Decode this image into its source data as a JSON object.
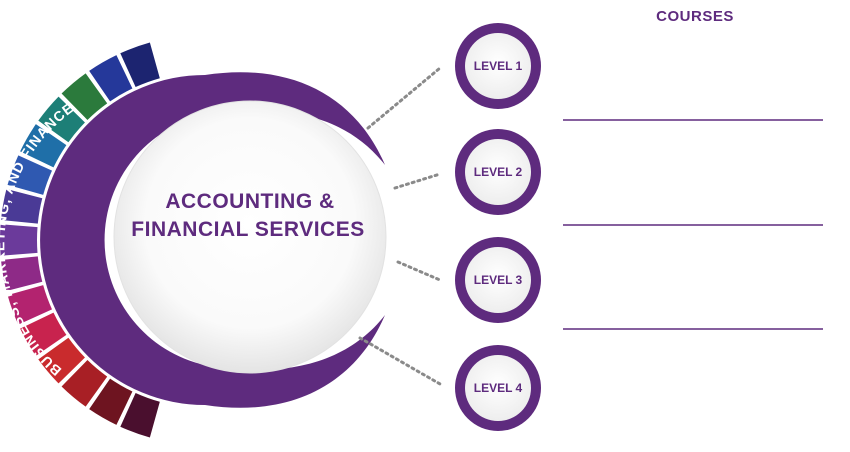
{
  "courses_heading": "COURSES",
  "hub": {
    "title_line1": "ACCOUNTING &",
    "title_line2": "FINANCIAL SERVICES",
    "cluster_label": "BUSINESS, MARKETING, AND FINANCE"
  },
  "levels": [
    {
      "label": "LEVEL 1"
    },
    {
      "label": "LEVEL 2"
    },
    {
      "label": "LEVEL 3"
    },
    {
      "label": "LEVEL 4"
    }
  ],
  "colors": {
    "primary_purple": "#5e2b7e",
    "segment_colors": [
      "#1c2470",
      "#25389a",
      "#2b7a3c",
      "#1d7f77",
      "#1f6fa8",
      "#2f59b1",
      "#4a3a96",
      "#6b3a9b",
      "#8e2a87",
      "#b3236f",
      "#c8234e",
      "#c92b2d",
      "#a81f25",
      "#6e1420",
      "#4a0f2e"
    ]
  }
}
